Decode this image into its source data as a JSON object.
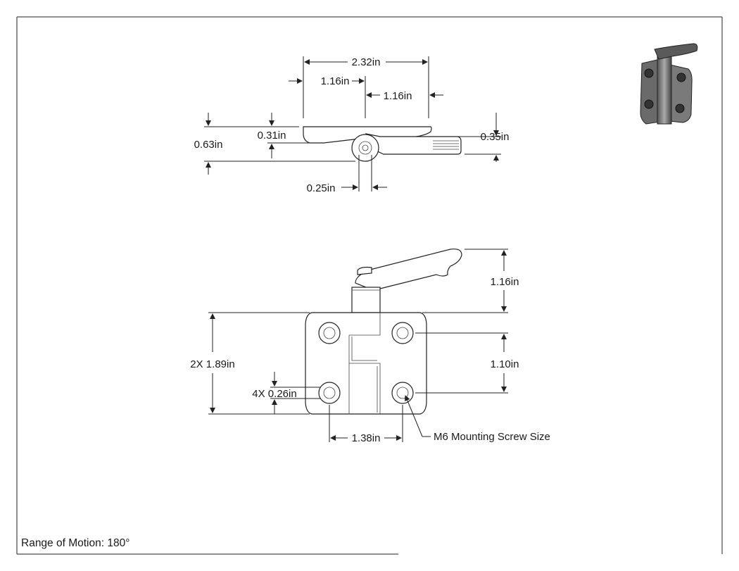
{
  "drawing": {
    "dimensions": {
      "overall_width": "2.32in",
      "left_half": "1.16in",
      "right_half": "1.16in",
      "overall_height": "0.63in",
      "leaf_thickness": "0.31in",
      "lever_thickness": "0.35in",
      "pin_diameter": "0.25in",
      "lever_height": "1.16in",
      "leaf_height": "2X 1.89in",
      "hole_spacing_vertical": "1.10in",
      "hole_diameter": "4X 0.26in",
      "hole_spacing_horizontal": "1.38in"
    },
    "callout": "M6 Mounting Screw Size",
    "note": "Range of Motion: 180°"
  }
}
